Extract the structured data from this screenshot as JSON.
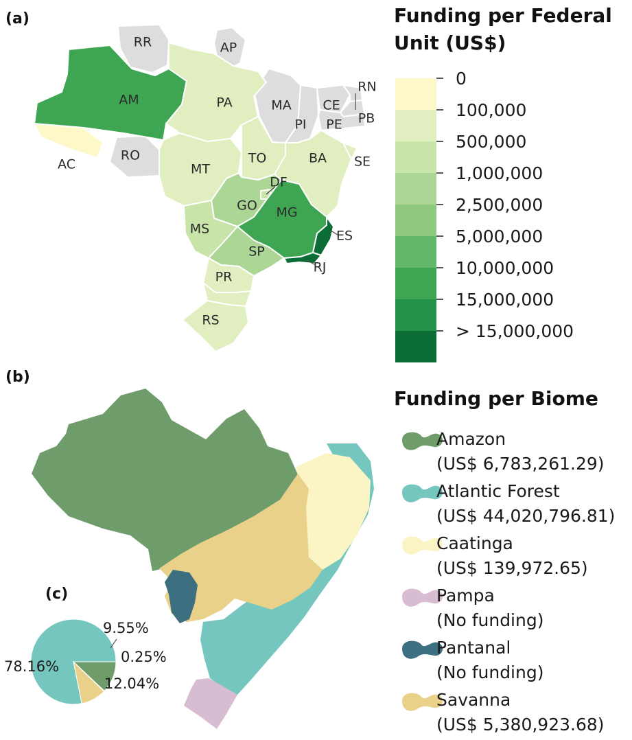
{
  "panels": {
    "a": "(a)",
    "b": "(b)",
    "c": "(c)"
  },
  "map_a": {
    "legend_title_line1": "Funding per Federal",
    "legend_title_line2": "Unit (US$)",
    "legend_ticks": [
      "0",
      "100,000",
      "500,000",
      "1,000,000",
      "2,500,000",
      "5,000,000",
      "10,000,000",
      "15,000,000",
      "> 15,000,000"
    ],
    "legend_colors": [
      "#fdf8c8",
      "#e0eec0",
      "#c9e4a9",
      "#acd696",
      "#8ec97f",
      "#64b86a",
      "#3ea653",
      "#24924a",
      "#0b6d35"
    ],
    "no_data_color": "#dddddd",
    "states": [
      {
        "abbr": "RR"
      },
      {
        "abbr": "AP"
      },
      {
        "abbr": "AM"
      },
      {
        "abbr": "PA"
      },
      {
        "abbr": "MA"
      },
      {
        "abbr": "CE"
      },
      {
        "abbr": "RN"
      },
      {
        "abbr": "PB"
      },
      {
        "abbr": "PI"
      },
      {
        "abbr": "PE"
      },
      {
        "abbr": "AC"
      },
      {
        "abbr": "RO"
      },
      {
        "abbr": "MT"
      },
      {
        "abbr": "TO"
      },
      {
        "abbr": "BA"
      },
      {
        "abbr": "SE"
      },
      {
        "abbr": "DF"
      },
      {
        "abbr": "GO"
      },
      {
        "abbr": "MG"
      },
      {
        "abbr": "MS"
      },
      {
        "abbr": "ES"
      },
      {
        "abbr": "SP"
      },
      {
        "abbr": "RJ"
      },
      {
        "abbr": "PR"
      },
      {
        "abbr": "RS"
      }
    ]
  },
  "map_b": {
    "legend_title": "Funding per Biome",
    "biomes": [
      {
        "name": "Amazon",
        "funding": "(US$ 6,783,261.29)",
        "color": "#6e9c6a"
      },
      {
        "name": "Atlantic Forest",
        "funding": "(US$ 44,020,796.81)",
        "color": "#74c6be"
      },
      {
        "name": "Caatinga",
        "funding": "(US$ 139,972.65)",
        "color": "#fbf4c5"
      },
      {
        "name": "Pampa",
        "funding": "(No funding)",
        "color": "#d8bcd2"
      },
      {
        "name": "Pantanal",
        "funding": "(No funding)",
        "color": "#3c6f7f"
      },
      {
        "name": "Savanna",
        "funding": "(US$ 5,380,923.68)",
        "color": "#e9d18a"
      }
    ]
  },
  "chart_data": {
    "type": "pie",
    "slices": [
      {
        "biome": "Atlantic Forest",
        "value": 78.16,
        "label": "78.16%",
        "color": "#74c6be"
      },
      {
        "biome": "Amazon",
        "value": 12.04,
        "label": "12.04%",
        "color": "#6e9c6a"
      },
      {
        "biome": "Caatinga",
        "value": 0.25,
        "label": "0.25%",
        "color": "#fbf4c5"
      },
      {
        "biome": "Savanna",
        "value": 9.55,
        "label": "9.55%",
        "color": "#e9d18a"
      }
    ]
  }
}
